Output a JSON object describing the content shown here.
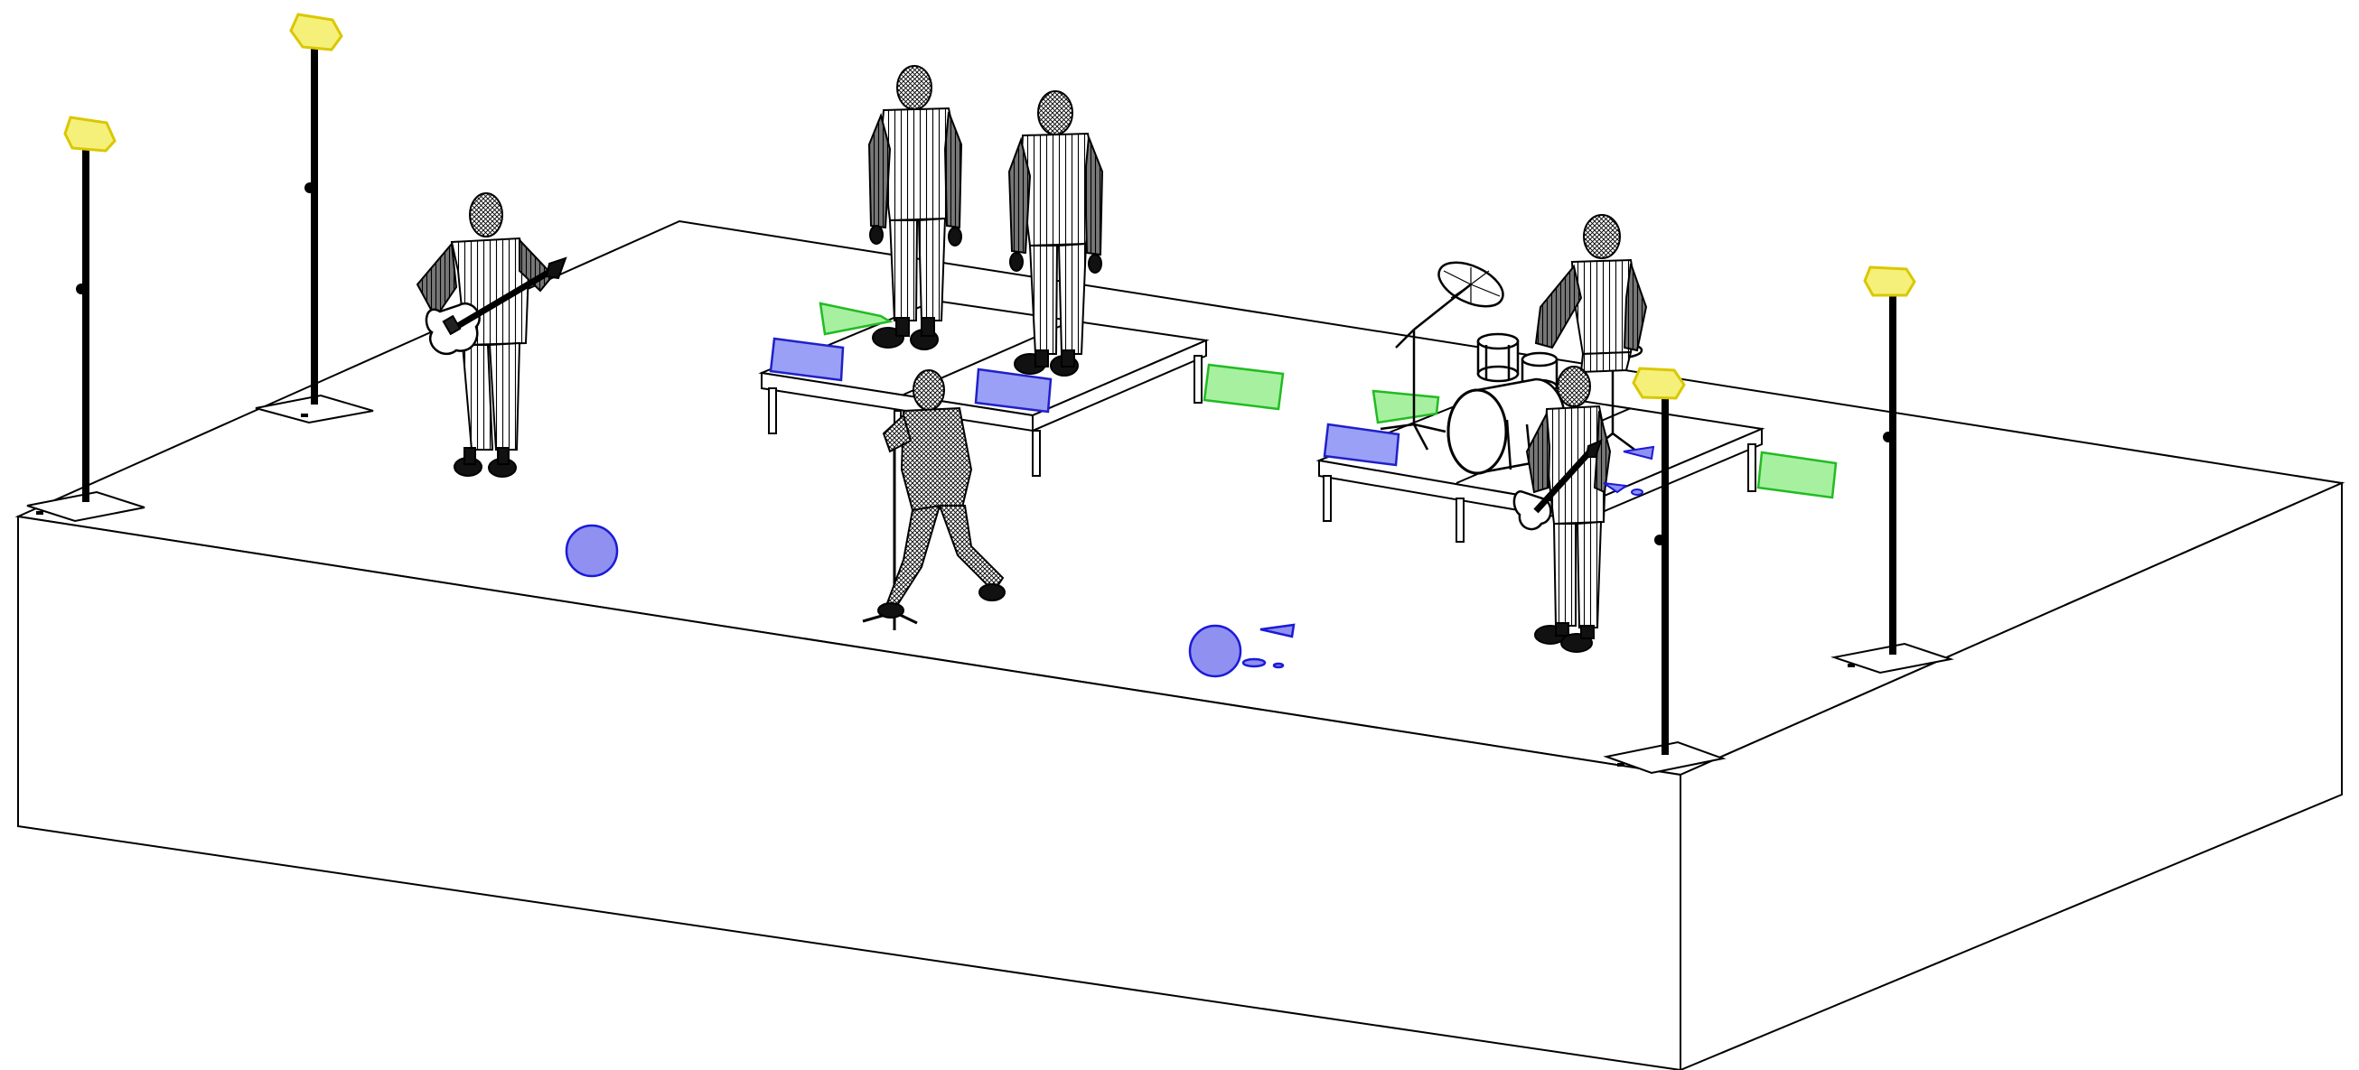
{
  "scene": {
    "style": "hidden-line wireframe",
    "background": "#ffffff",
    "line_color": "#000000",
    "colors": {
      "light_head": "#f5f07a",
      "light_head_outline": "#d9c800",
      "riser_marker": "#9aa0f5",
      "riser_marker_outline": "#2020c8",
      "floor_marker": "#9090f0",
      "floor_marker_outline": "#1a1ad8",
      "monitor": "#a6f0a0",
      "monitor_outline": "#22bb22"
    },
    "objects": [
      "stage-platform",
      "light-stand",
      "light-stand",
      "light-stand",
      "light-stand",
      "guitarist",
      "backing-vocalist",
      "backing-vocalist",
      "lead-singer",
      "microphone-stand",
      "drummer",
      "drum-kit",
      "bassist",
      "riser-left",
      "riser-right",
      "floor-monitor",
      "floor-monitor",
      "floor-monitor",
      "floor-monitor",
      "stage-marker",
      "stage-marker"
    ]
  }
}
